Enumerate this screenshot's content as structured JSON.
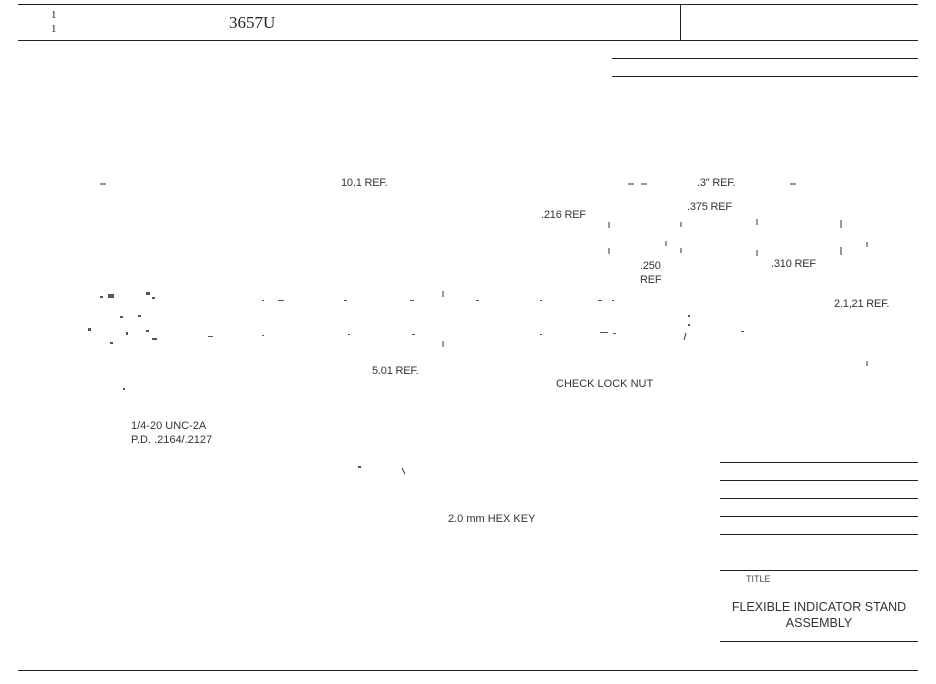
{
  "header": {
    "sheet_top": "1",
    "sheet_bottom": "1",
    "part_number": "3657U"
  },
  "dimensions": {
    "overall_length": "10.1 REF.",
    "dim_216": ".216 REF",
    "dim_37": ".3\" REF.",
    "dim_375": ".375 REF",
    "dim_250_value": ".250",
    "dim_250_ref": "REF",
    "dim_310": ".310 REF",
    "dim_2121": "2.1,21 REF.",
    "dim_501": "5.01 REF."
  },
  "notes": {
    "check_lock_nut": "CHECK LOCK NUT",
    "thread_line1": "1/4-20 UNC-2A",
    "thread_line2": "P.D. .2164/.2127",
    "hex_key": "2.0 mm HEX KEY"
  },
  "title_block": {
    "label": "TITLE",
    "description": "FLEXIBLE INDICATOR STAND ASSEMBLY"
  }
}
